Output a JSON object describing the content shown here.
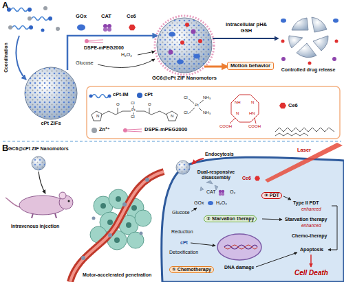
{
  "diagram": {
    "nodes": [
      {
        "text": [
          "cPt ZIFs"
        ]
      },
      {
        "text": [
          "GC6@cPt ZIF Nanomotors"
        ]
      },
      {
        "text": [
          "Controlled drug release"
        ]
      },
      {
        "text": [
          "Motion behavior"
        ]
      }
    ],
    "edges": [
      {
        "from": 0,
        "to": 1,
        "arrow": "to"
      },
      {
        "from": 1,
        "to": 2,
        "arrow": "to",
        "label": "Intracellular pH& GSH"
      },
      {
        "from": 1,
        "to": 3,
        "arrow": "to"
      }
    ],
    "labels": [
      "A",
      "GOx",
      "CAT",
      "Ce6",
      "DSPE-mPEG2000",
      "H₂O₂",
      "Glucose",
      "Coordination",
      "Cl",
      "Pt",
      "Cl",
      "O",
      "O",
      "N",
      "N",
      "Cl",
      "Cl",
      "Pt",
      "NH₃",
      "NH₃",
      "NH",
      "N",
      "N",
      "HN",
      "COOH",
      "COOH",
      "B",
      "GC6@cPt ZIF Nanomotors",
      "Intravenous injection",
      "Motor-accelerated penetration",
      "Endocytosis",
      "Laser",
      "Dual-responsive disassembly",
      "Ce6",
      "CAT",
      "O₂",
      "③ PDT",
      "GOx",
      "H₂O₂",
      "Type II PDT",
      "enhanced",
      "Glucose",
      "② Starvation therapy",
      "Starvation therapy",
      "enhanced",
      "Reduction",
      "Chemo-therapy",
      "cPt",
      "Detoxification",
      "Apoptosis",
      "DNA damage",
      "① Chemotherapy",
      "Cell Death"
    ],
    "legend": [
      {
        "text": "cPt-IM"
      },
      {
        "text": "cPt"
      },
      {
        "text": "Ce6"
      },
      {
        "text": "Zn²⁺"
      },
      {
        "text": "DSPE-mPEG2000"
      }
    ]
  }
}
